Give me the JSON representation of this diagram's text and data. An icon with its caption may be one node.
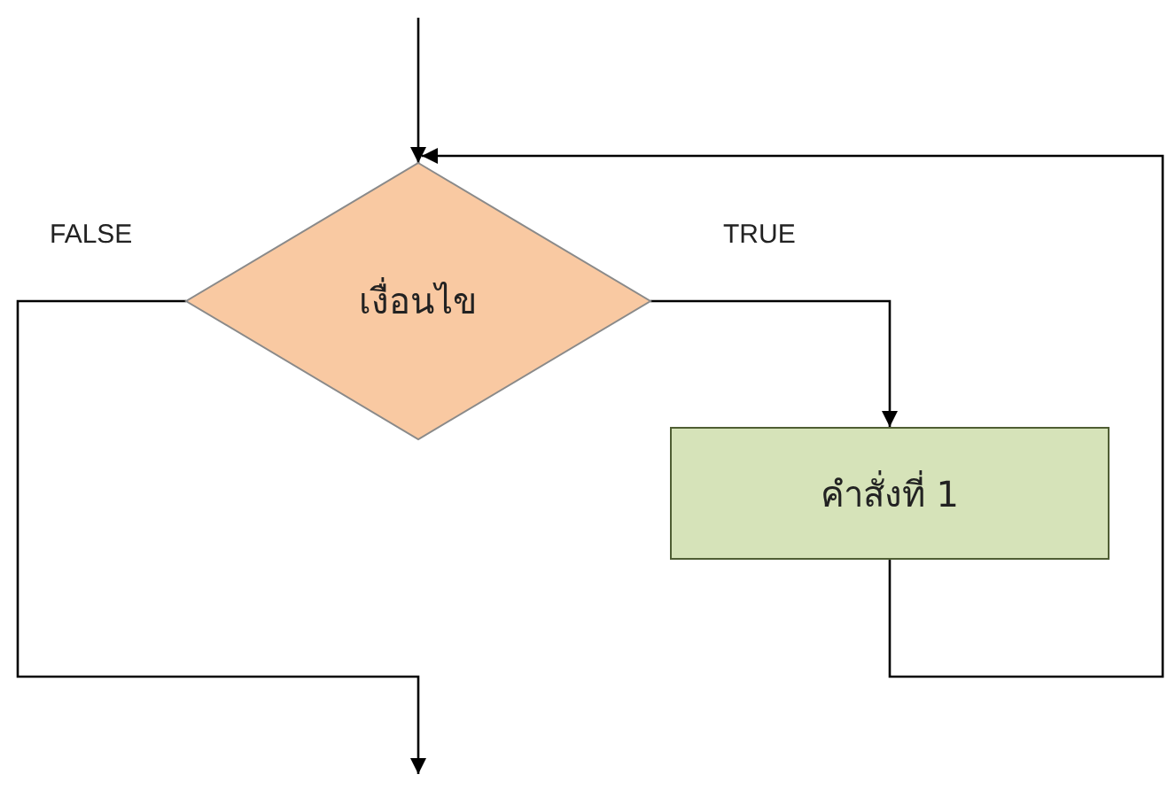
{
  "diagram": {
    "nodes": [
      {
        "text": [
          "เงื่อนไข"
        ]
      },
      {
        "text": [
          "คำสั่งที่ 1"
        ]
      }
    ],
    "edges": [
      {
        "from": null,
        "to": 0,
        "arrow": "to"
      },
      {
        "from": 0,
        "to": 1,
        "arrow": "to",
        "label": "TRUE"
      },
      {
        "from": 1,
        "to": 0,
        "arrow": "to"
      },
      {
        "from": 0,
        "to": null,
        "arrow": "to",
        "label": "FALSE"
      }
    ]
  }
}
